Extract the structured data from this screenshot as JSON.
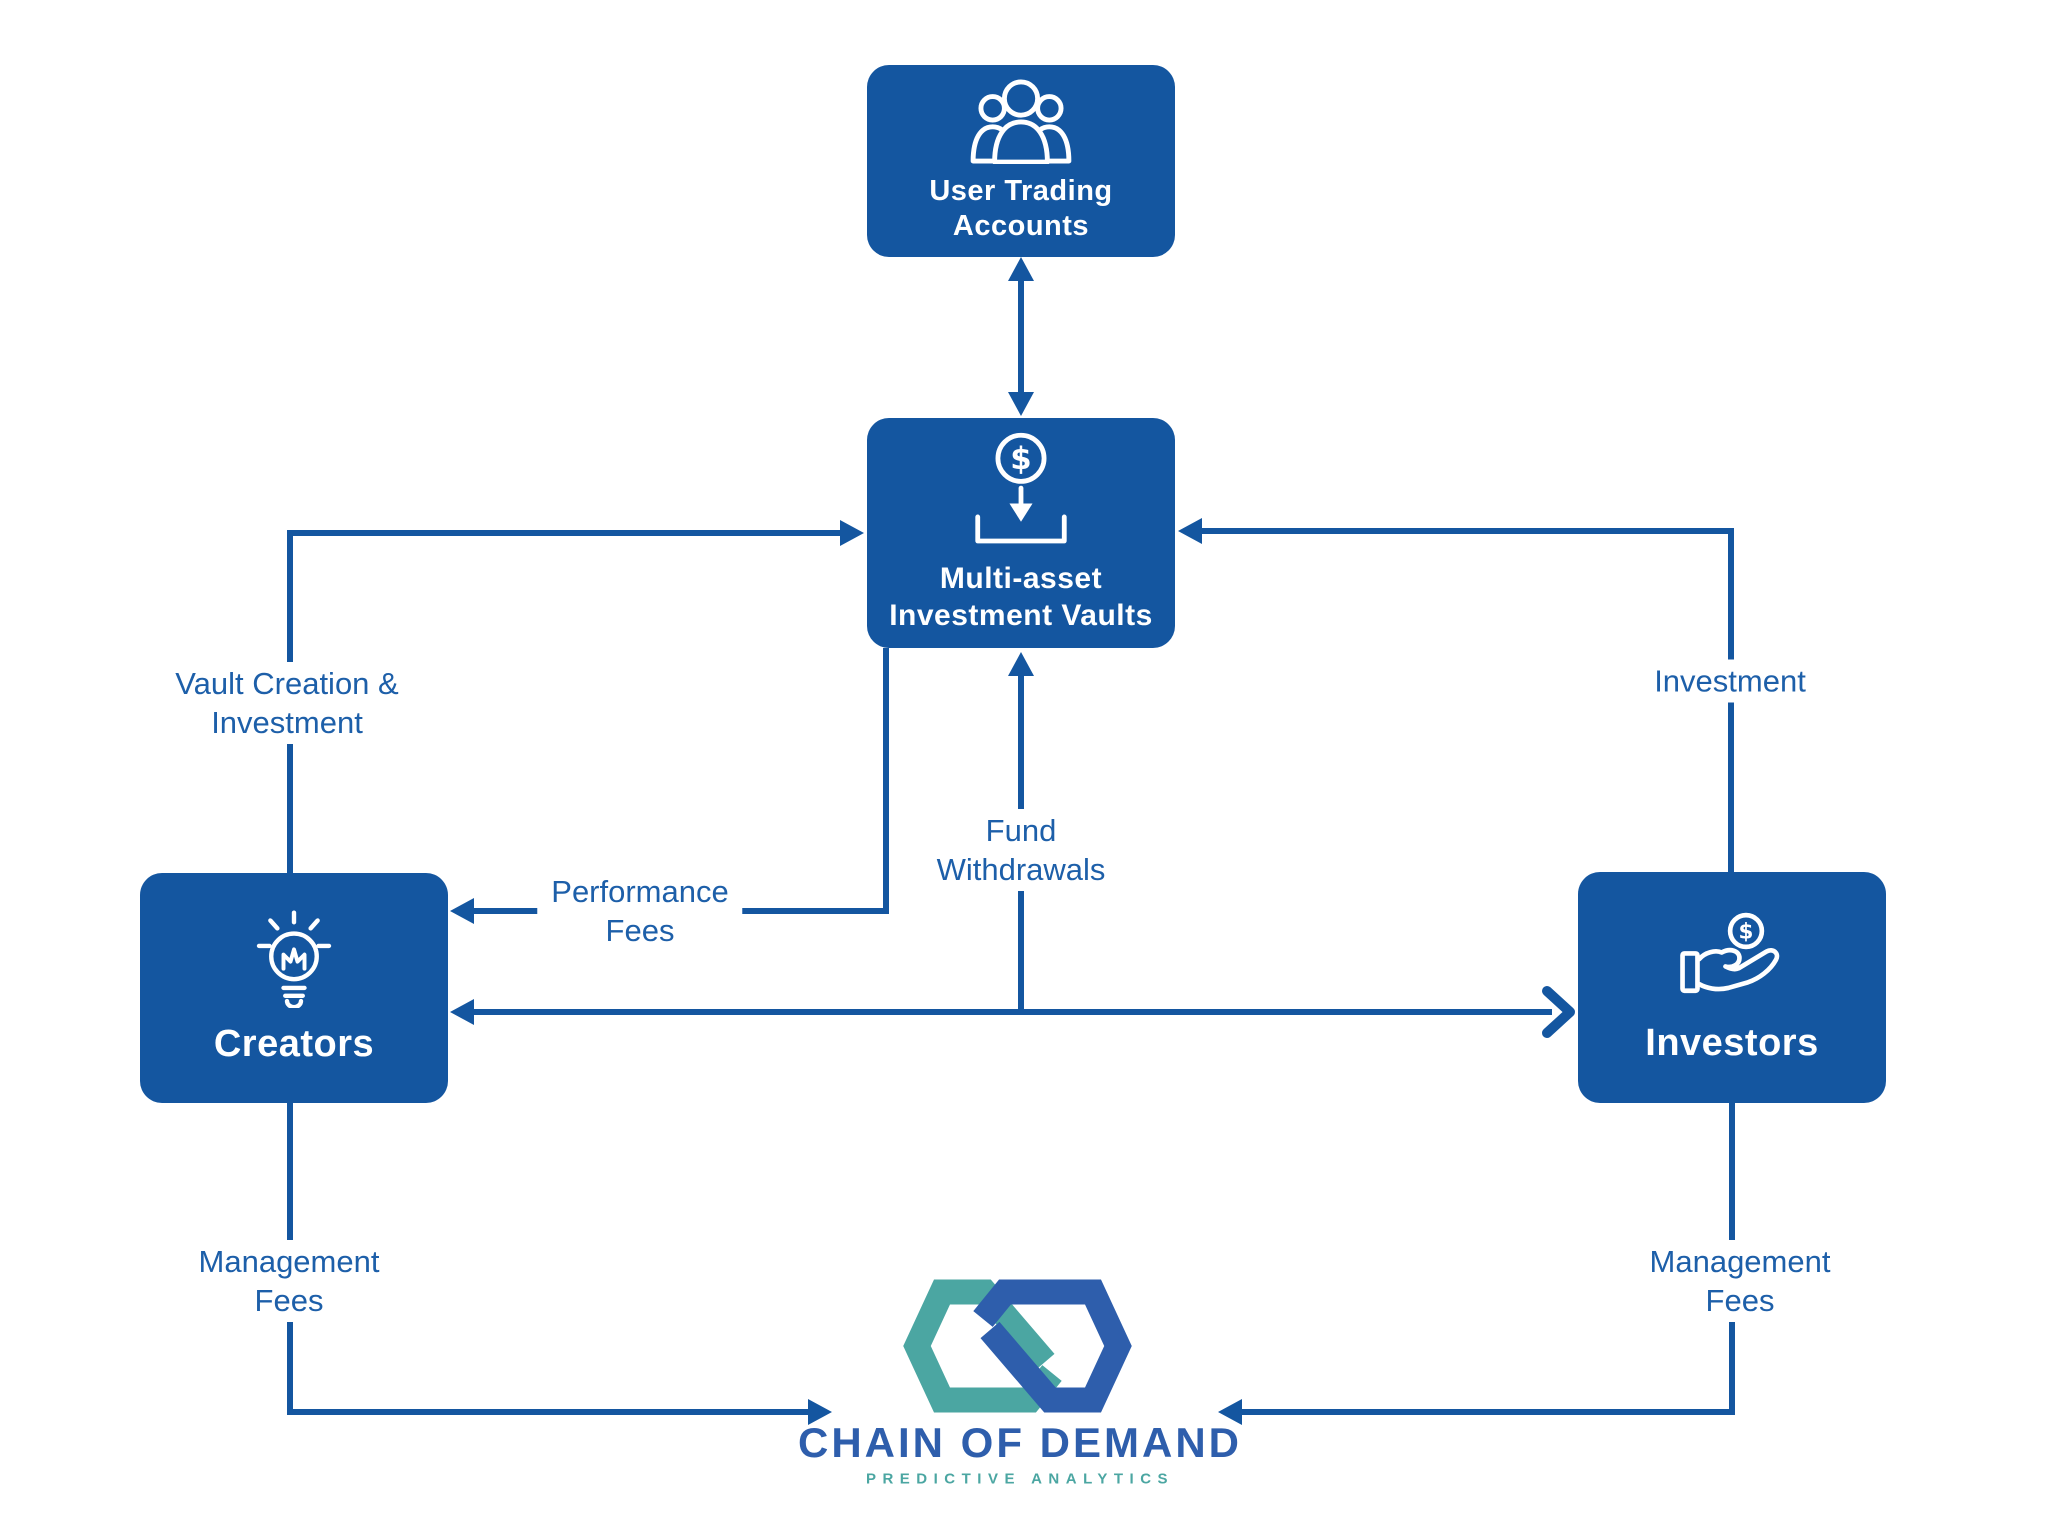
{
  "title": "Chain of Demand investment flow diagram",
  "colors": {
    "box_blue": "#1456A0",
    "line_blue": "#1456A0",
    "label_blue": "#1D5FA9",
    "logo_blue": "#2E5EAC",
    "logo_teal": "#4BA6A2",
    "box_text": "#FFFFFF",
    "background": "#FFFFFF"
  },
  "nodes": {
    "user_accounts": {
      "line1": "User Trading",
      "line2": "Accounts",
      "icon": "users-group-icon"
    },
    "vaults": {
      "line1": "Multi-asset",
      "line2": "Investment Vaults",
      "icon": "coin-deposit-icon"
    },
    "creators": {
      "label": "Creators",
      "icon": "lightbulb-icon"
    },
    "investors": {
      "label": "Investors",
      "icon": "hand-coin-icon"
    }
  },
  "edges": {
    "vault_creation": {
      "line1": "Vault Creation &",
      "line2": "Investment"
    },
    "investment": {
      "label": "Investment"
    },
    "fund_withdrawals": {
      "line1": "Fund",
      "line2": "Withdrawals"
    },
    "performance_fees": {
      "line1": "Performance",
      "line2": "Fees"
    },
    "management_fees_left": {
      "line1": "Management",
      "line2": "Fees"
    },
    "management_fees_right": {
      "line1": "Management",
      "line2": "Fees"
    }
  },
  "icons": {
    "dollar": "$"
  },
  "logo": {
    "name": "CHAIN OF DEMAND",
    "tagline": "PREDICTIVE ANALYTICS"
  }
}
